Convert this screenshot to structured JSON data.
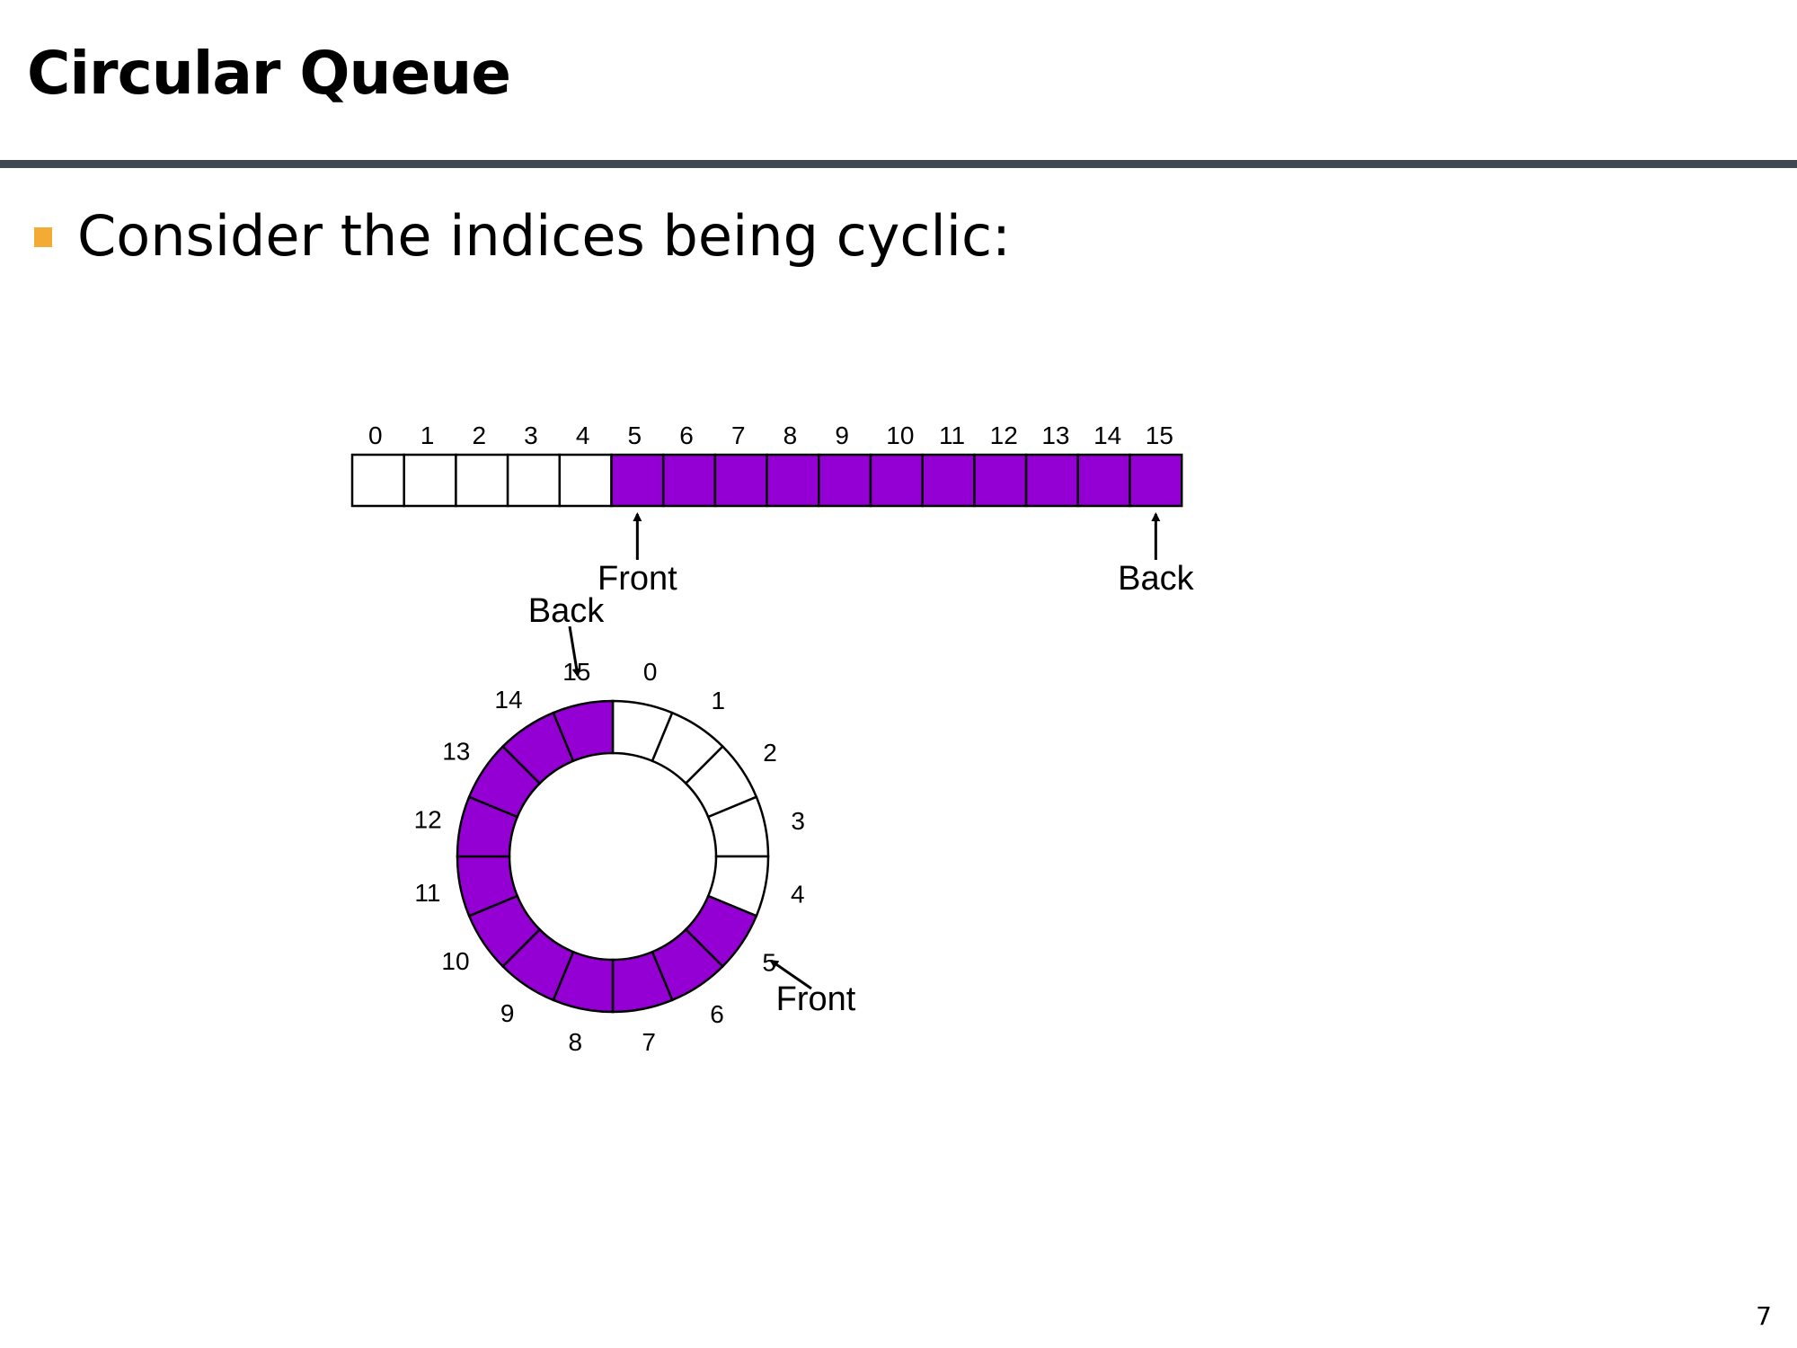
{
  "slide": {
    "title": "Circular Queue",
    "bullet": "Consider the indices being cyclic:",
    "page_number": "7"
  },
  "linear_array": {
    "indices": [
      "0",
      "1",
      "2",
      "3",
      "4",
      "5",
      "6",
      "7",
      "8",
      "9",
      "10",
      "11",
      "12",
      "13",
      "14",
      "15"
    ],
    "filled": [
      false,
      false,
      false,
      false,
      false,
      true,
      true,
      true,
      true,
      true,
      true,
      true,
      true,
      true,
      true,
      true
    ],
    "front_label": "Front",
    "back_label": "Back",
    "front_index": 5,
    "back_index": 15
  },
  "circular_array": {
    "indices": [
      "0",
      "1",
      "2",
      "3",
      "4",
      "5",
      "6",
      "7",
      "8",
      "9",
      "10",
      "11",
      "12",
      "13",
      "14",
      "15"
    ],
    "filled": [
      false,
      false,
      false,
      false,
      false,
      true,
      true,
      true,
      true,
      true,
      true,
      true,
      true,
      true,
      true,
      true
    ],
    "front_label": "Front",
    "back_label": "Back",
    "front_index": 5,
    "back_index": 15
  },
  "colors": {
    "filled": "#9400d3",
    "empty": "#ffffff",
    "stroke": "#000000",
    "bullet_marker": "#f4ab35",
    "title_rule": "#3f4853"
  }
}
